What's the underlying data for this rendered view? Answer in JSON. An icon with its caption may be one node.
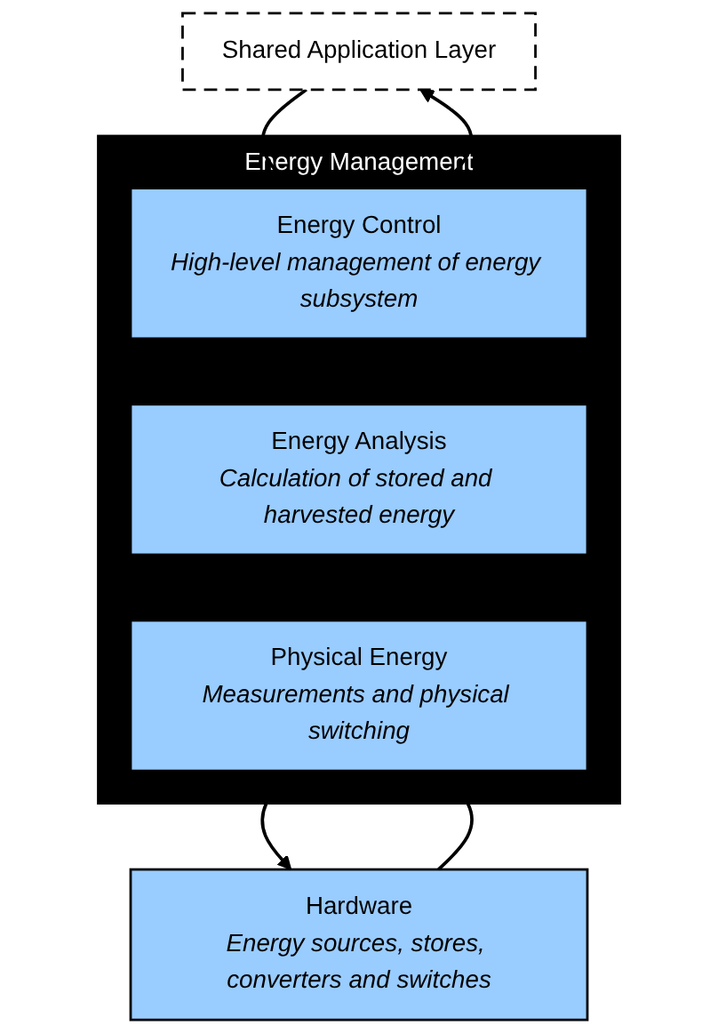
{
  "diagram": {
    "nodes": [
      {
        "text": [
          "Shared Application Layer"
        ]
      },
      {
        "text": [
          "Energy Management"
        ]
      },
      {
        "text": [
          "Energy Control",
          "High-level management of energy subsystem"
        ],
        "in": 1
      },
      {
        "text": [
          "Energy Analysis",
          "Calculation of stored and harvested energy"
        ],
        "in": 1
      },
      {
        "text": [
          "Physical Energy",
          "Measurements and physical switching"
        ],
        "in": 1
      },
      {
        "text": [
          "Hardware",
          "Energy sources, stores, converters and switches"
        ]
      }
    ],
    "edges": [
      {
        "from": 2,
        "to": 0,
        "arrow": "to"
      },
      {
        "from": 0,
        "to": 2,
        "arrow": "to"
      },
      {
        "from": 5,
        "to": 4,
        "arrow": "to"
      },
      {
        "from": 4,
        "to": 5,
        "arrow": "to"
      }
    ]
  }
}
